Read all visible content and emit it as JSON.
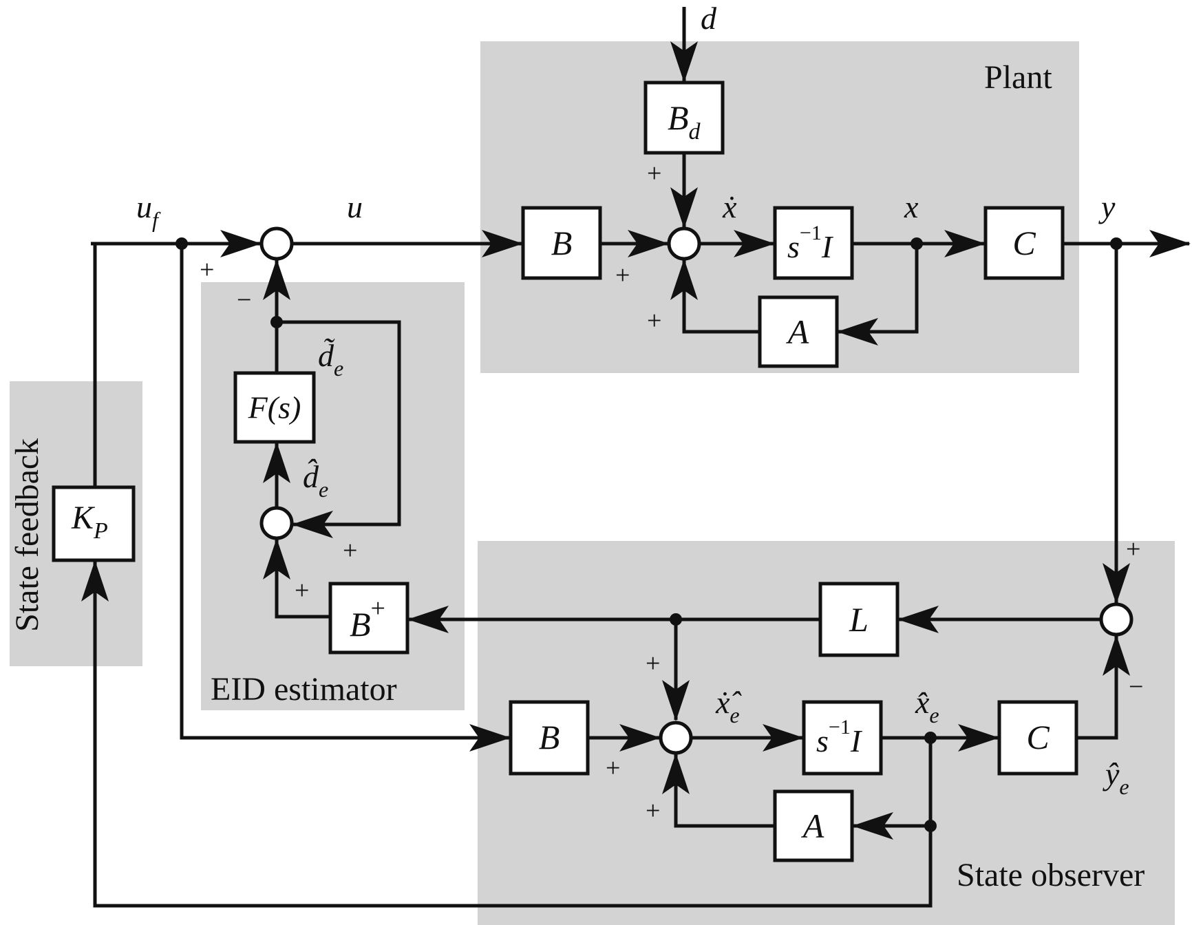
{
  "regions": {
    "plant": "Plant",
    "eid_estimator": "EID estimator",
    "state_feedback": "State feedback",
    "state_observer": "State observer"
  },
  "blocks": {
    "plant_b": "B",
    "plant_bd_base": "B",
    "plant_bd_sub": "d",
    "plant_int_s": "s",
    "plant_int_exp": "−1",
    "plant_int_i": "I",
    "plant_c": "C",
    "plant_a": "A",
    "fs": "F(s)",
    "bplus_base": "B",
    "bplus_sup": "+",
    "kp_base": "K",
    "kp_sub": "P",
    "obs_l": "L",
    "obs_b": "B",
    "obs_int_s": "s",
    "obs_int_exp": "−1",
    "obs_int_i": "I",
    "obs_c": "C",
    "obs_a": "A"
  },
  "signals": {
    "d": "d",
    "u_f_base": "u",
    "u_f_sub": "f",
    "u": "u",
    "x_dot": "ẋ",
    "x": "x",
    "y": "y",
    "d_tilde_base": "d̃",
    "d_tilde_sub": "e",
    "d_hat_base": "d̂",
    "d_hat_sub": "e",
    "xe_dot_base": "ẋ̂",
    "xe_dot_sub": "e",
    "xe_hat_base": "x̂",
    "xe_hat_sub": "e",
    "ye_hat_base": "ŷ",
    "ye_hat_sub": "e"
  },
  "signs": {
    "plus": "+",
    "minus": "−"
  }
}
